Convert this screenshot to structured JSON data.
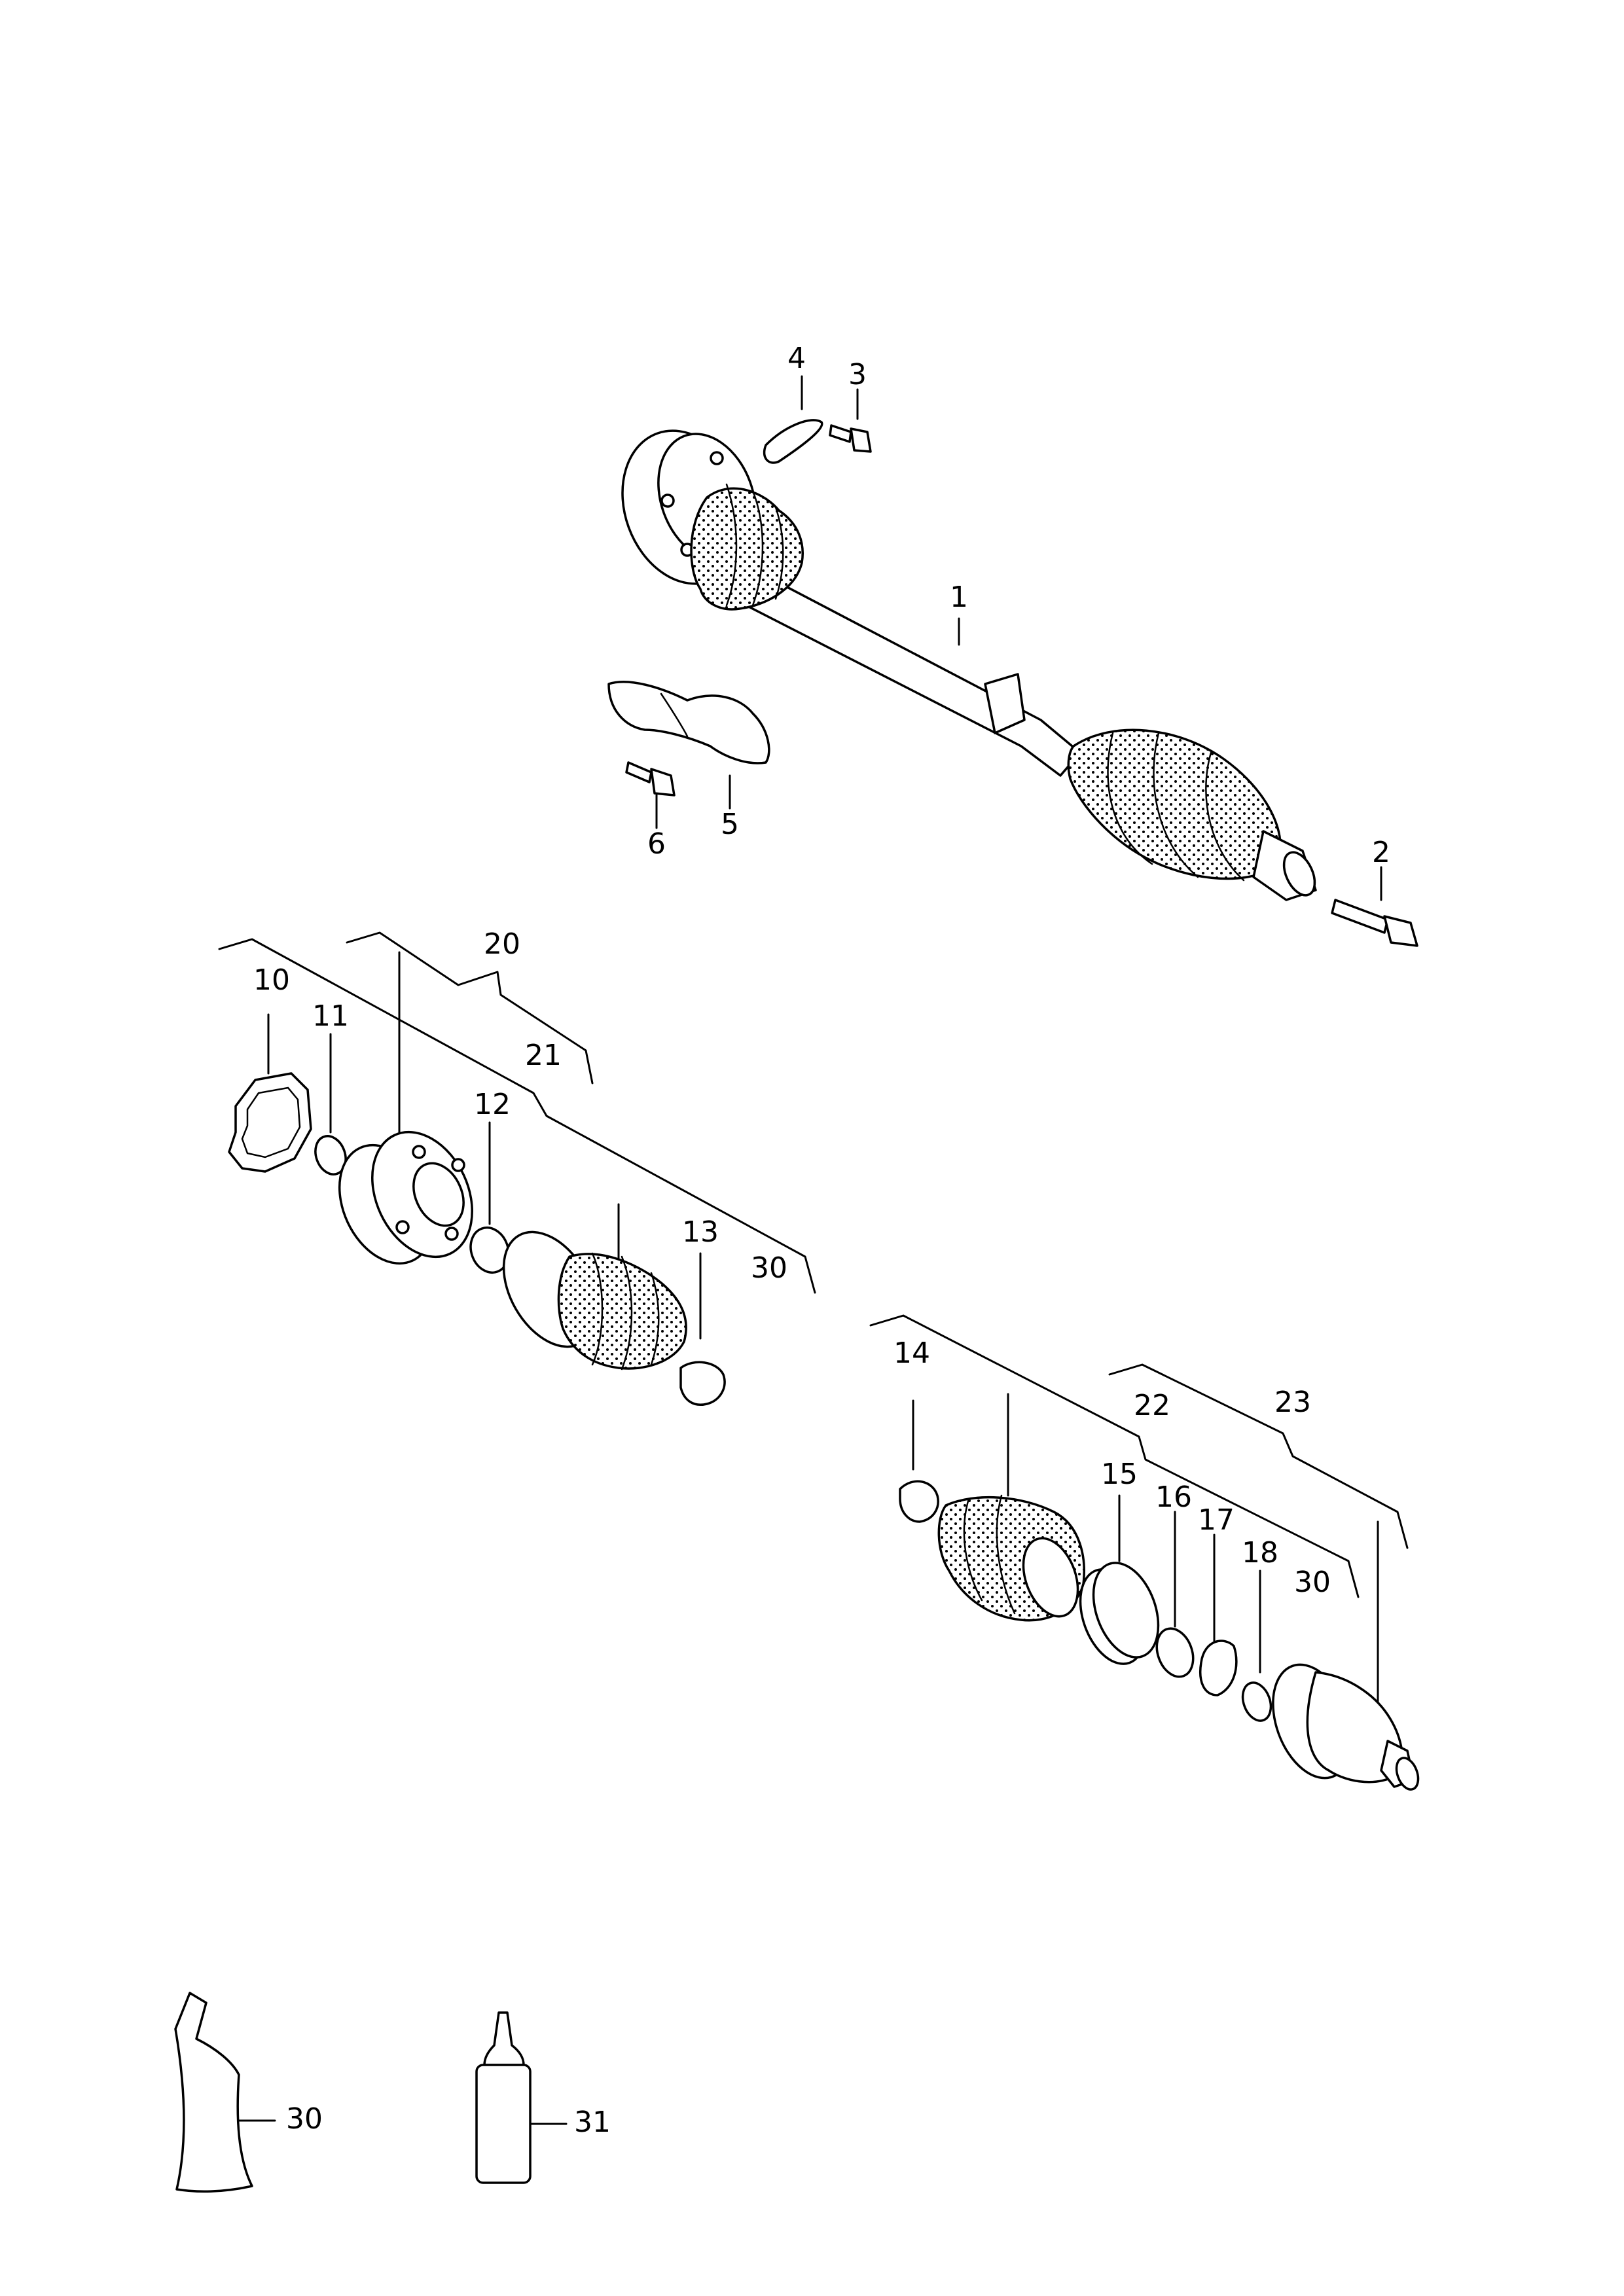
{
  "labels": {
    "l1": "1",
    "l2": "2",
    "l3": "3",
    "l4": "4",
    "l5": "5",
    "l6": "6",
    "l10": "10",
    "l11": "11",
    "l12": "12",
    "l13": "13",
    "l14": "14",
    "l15": "15",
    "l16": "16",
    "l17": "17",
    "l18": "18",
    "l20": "20",
    "l21": "21",
    "l22": "22",
    "l23": "23",
    "l30a": "30",
    "l30b": "30",
    "l30c": "30",
    "l31": "31"
  }
}
